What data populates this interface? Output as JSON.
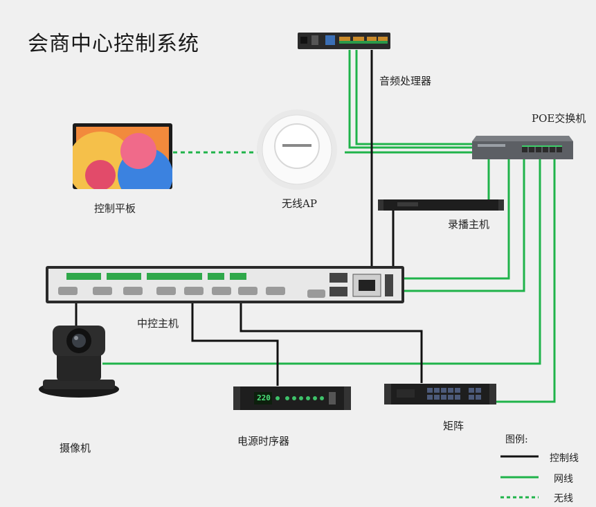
{
  "title": "会商中心控制系统",
  "devices": {
    "audio_processor": "音频处理器",
    "poe_switch": "POE交换机",
    "tablet": "控制平板",
    "wireless_ap": "无线AP",
    "recorder": "录播主机",
    "controller": "中控主机",
    "camera": "摄像机",
    "power_sequencer": "电源时序器",
    "matrix": "矩阵"
  },
  "power_display": "220",
  "legend": {
    "title": "图例:",
    "items": [
      {
        "label": "控制线",
        "color": "#111111",
        "style": "solid"
      },
      {
        "label": "网线",
        "color": "#1fb34a",
        "style": "solid"
      },
      {
        "label": "无线",
        "color": "#1fb34a",
        "style": "dashed"
      }
    ]
  },
  "colors": {
    "control": "#111111",
    "network": "#1fb34a"
  }
}
